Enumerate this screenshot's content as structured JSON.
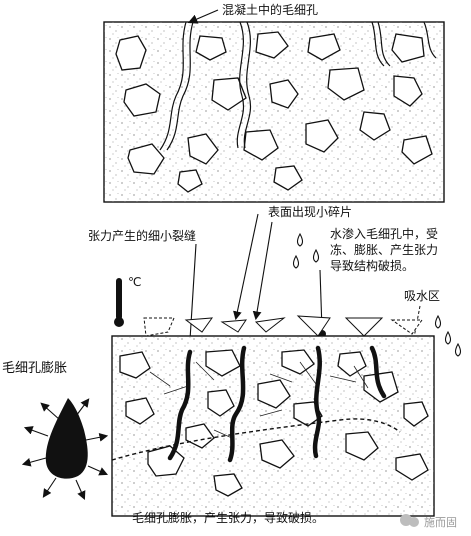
{
  "labels": {
    "capillary_title": "混凝土中的毛细孔",
    "tension_cracks": "张力产生的细小裂缝",
    "surface_chips": "表面出现小碎片",
    "water_line1": "水渗入毛细孔中，受",
    "water_line2": "冻、膨胀、产生张力",
    "water_line3": "导致结构破损。",
    "absorb_zone": "吸水区",
    "capillary_expand": "毛细孔膨胀",
    "bottom_caption": "毛细孔膨胀，产生张力，导致破损。",
    "temp_unit": "℃",
    "watermark": "施而固"
  },
  "icons": [
    "thermometer-icon",
    "water-drop-icon",
    "expanding-pore-icon",
    "watermark-logo-icon"
  ],
  "colors": {
    "ink": "#111111",
    "concrete": "#ffffff",
    "watermark": "#9a9a9a"
  }
}
